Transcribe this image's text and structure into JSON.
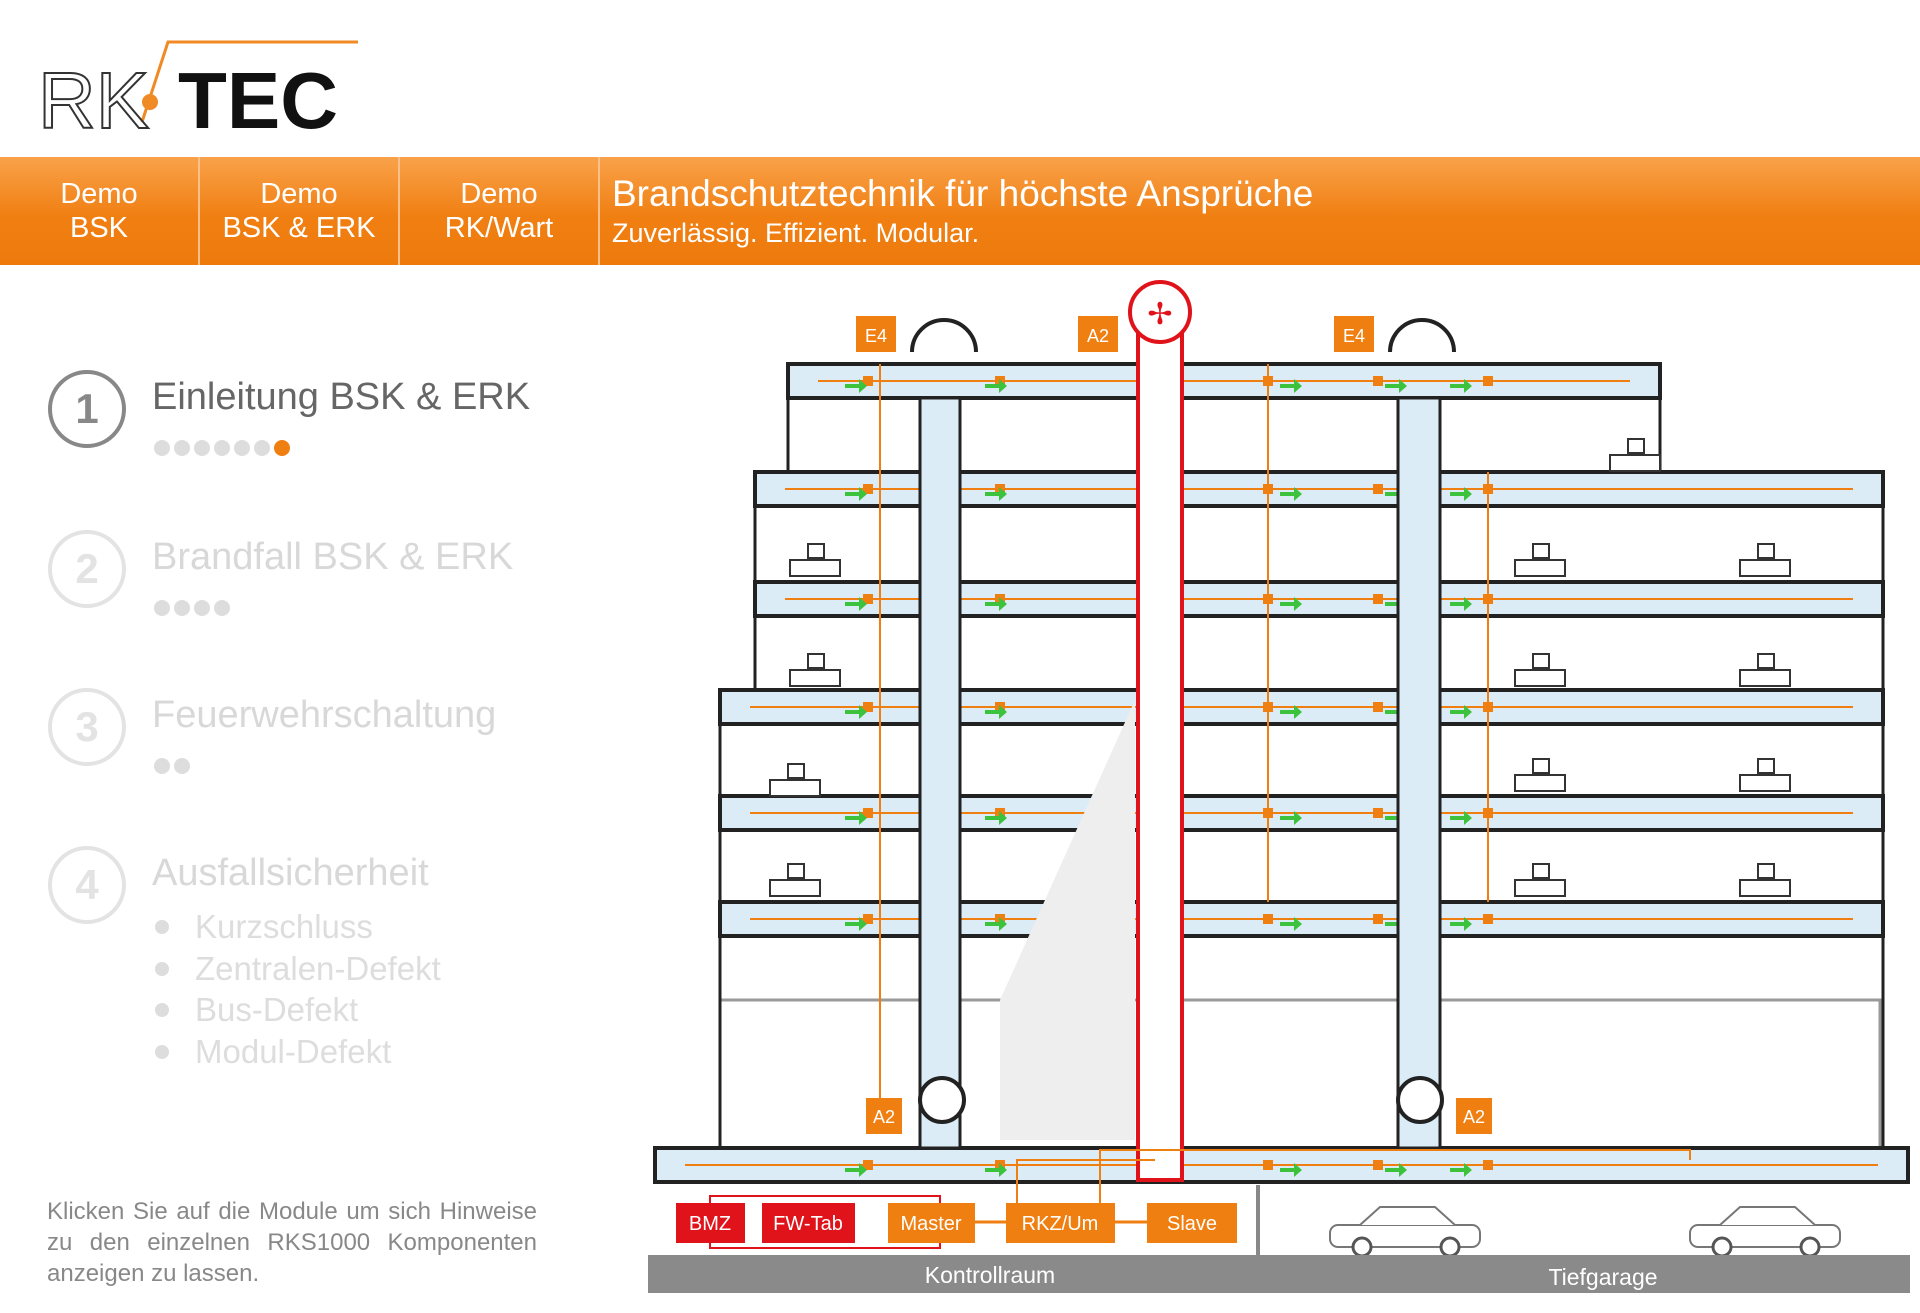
{
  "logo": {
    "text_light": "RK",
    "text_bold": "TEC"
  },
  "nav": {
    "tabs": [
      {
        "line1": "Demo",
        "line2": "BSK"
      },
      {
        "line1": "Demo",
        "line2": "BSK & ERK"
      },
      {
        "line1": "Demo",
        "line2": "RK/Wart"
      }
    ],
    "title": "Brandschutztechnik für höchste Ansprüche",
    "subtitle": "Zuverlässig. Effizient. Modular."
  },
  "steps": [
    {
      "num": "1",
      "label": "Einleitung BSK & ERK",
      "dots": 7,
      "active_dot": 7,
      "active": true
    },
    {
      "num": "2",
      "label": "Brandfall BSK & ERK",
      "dots": 4
    },
    {
      "num": "3",
      "label": "Feuerwehrschaltung",
      "dots": 2
    },
    {
      "num": "4",
      "label": "Ausfallsicherheit",
      "dots": 0
    }
  ],
  "substeps": [
    "Kurzschluss",
    "Zentralen-Defekt",
    "Bus-Defekt",
    "Modul-Defekt"
  ],
  "note": "Klicken Sie auf die Module um sich Hinweise zu den einzelnen RKS1000 Komponenten anzeigen zu lassen.",
  "diagram": {
    "roof_modules": [
      "E4",
      "A2",
      "E4"
    ],
    "ground_modules": [
      "A2",
      "A2"
    ],
    "control_modules": [
      "BMZ",
      "FW-Tab",
      "Master",
      "RKZ/Um",
      "Slave"
    ],
    "rooms": {
      "control": "Kontrollraum",
      "garage": "Tiefgarage"
    }
  },
  "colors": {
    "orange": "#f07f12",
    "red": "#e0121a",
    "duct": "#dcecf7",
    "green": "#3cc23c"
  }
}
